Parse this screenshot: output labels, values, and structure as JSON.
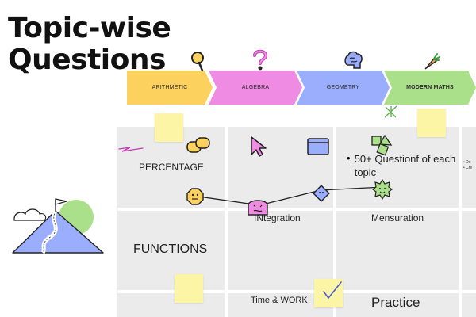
{
  "page": {
    "title_line1": "Topic-wise",
    "title_line2": "Questions"
  },
  "ribbon": {
    "tabs": [
      {
        "label": "ARITHMETIC",
        "color": "#fcd15e"
      },
      {
        "label": "ALGEBRA",
        "color": "#f08be4"
      },
      {
        "label": "GEOMETRY",
        "color": "#9aaefd"
      },
      {
        "label": "MODERN MATHS",
        "color": "#abe08a"
      }
    ]
  },
  "board": {
    "percentage": "PERCENTAGE",
    "integration": "INtegration",
    "mensuration": "Mensuration",
    "functions": "FUNCTIONS",
    "time_work": "Time & WORK",
    "practice": "Practice",
    "bullet_point": "50+ Questionf of each topic",
    "bullet_mark": "•"
  },
  "colors": {
    "board": "#ebebeb",
    "sticky": "#fbf5a5",
    "sky": "#9aaefd",
    "grass": "#abe08a"
  },
  "icons": [
    "magnifier-icon",
    "question-icon",
    "brain-icon",
    "carrot-icon",
    "chat-bubbles-icon",
    "cursor-icon",
    "browser-window-icon",
    "shapes-icon",
    "sparkle-icon",
    "octagon-face-icon",
    "pink-blob-face-icon",
    "diamond-face-icon",
    "sun-face-icon",
    "mountain-flag-illustration",
    "checkmark-icon"
  ]
}
